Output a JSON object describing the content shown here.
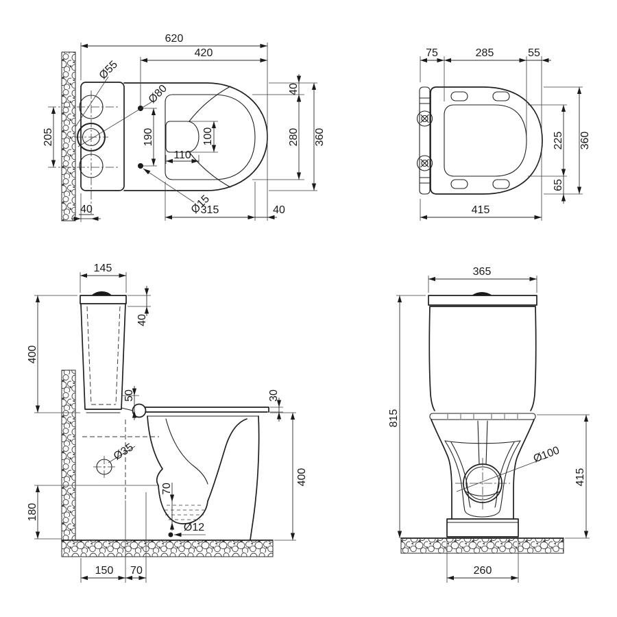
{
  "page": {
    "background": "#ffffff",
    "line_color": "#1a1a1a"
  },
  "views": {
    "plan": {
      "d620": "620",
      "d420": "420",
      "d40_top": "40",
      "d280": "280",
      "d360": "360",
      "d315": "315",
      "d40_front": "40",
      "d40_back": "40",
      "d205": "205",
      "d190": "190",
      "d110": "110",
      "d100": "100",
      "dia55": "Ø55",
      "dia80": "Ø80",
      "dia15": "Ø15"
    },
    "seat": {
      "d75": "75",
      "d285": "285",
      "d55": "55",
      "d225": "225",
      "d65": "65",
      "d360": "360",
      "d415": "415"
    },
    "side": {
      "d145": "145",
      "d40": "40",
      "d400_tank": "400",
      "d50": "50",
      "d30": "30",
      "d400_bowl": "400",
      "dia35": "Ø35",
      "d70_water": "70",
      "d180": "180",
      "dia12": "Ø12",
      "d150": "150",
      "d70_trap": "70"
    },
    "front": {
      "d365": "365",
      "d815": "815",
      "dia100": "Ø100",
      "d415": "415",
      "d260": "260"
    }
  }
}
